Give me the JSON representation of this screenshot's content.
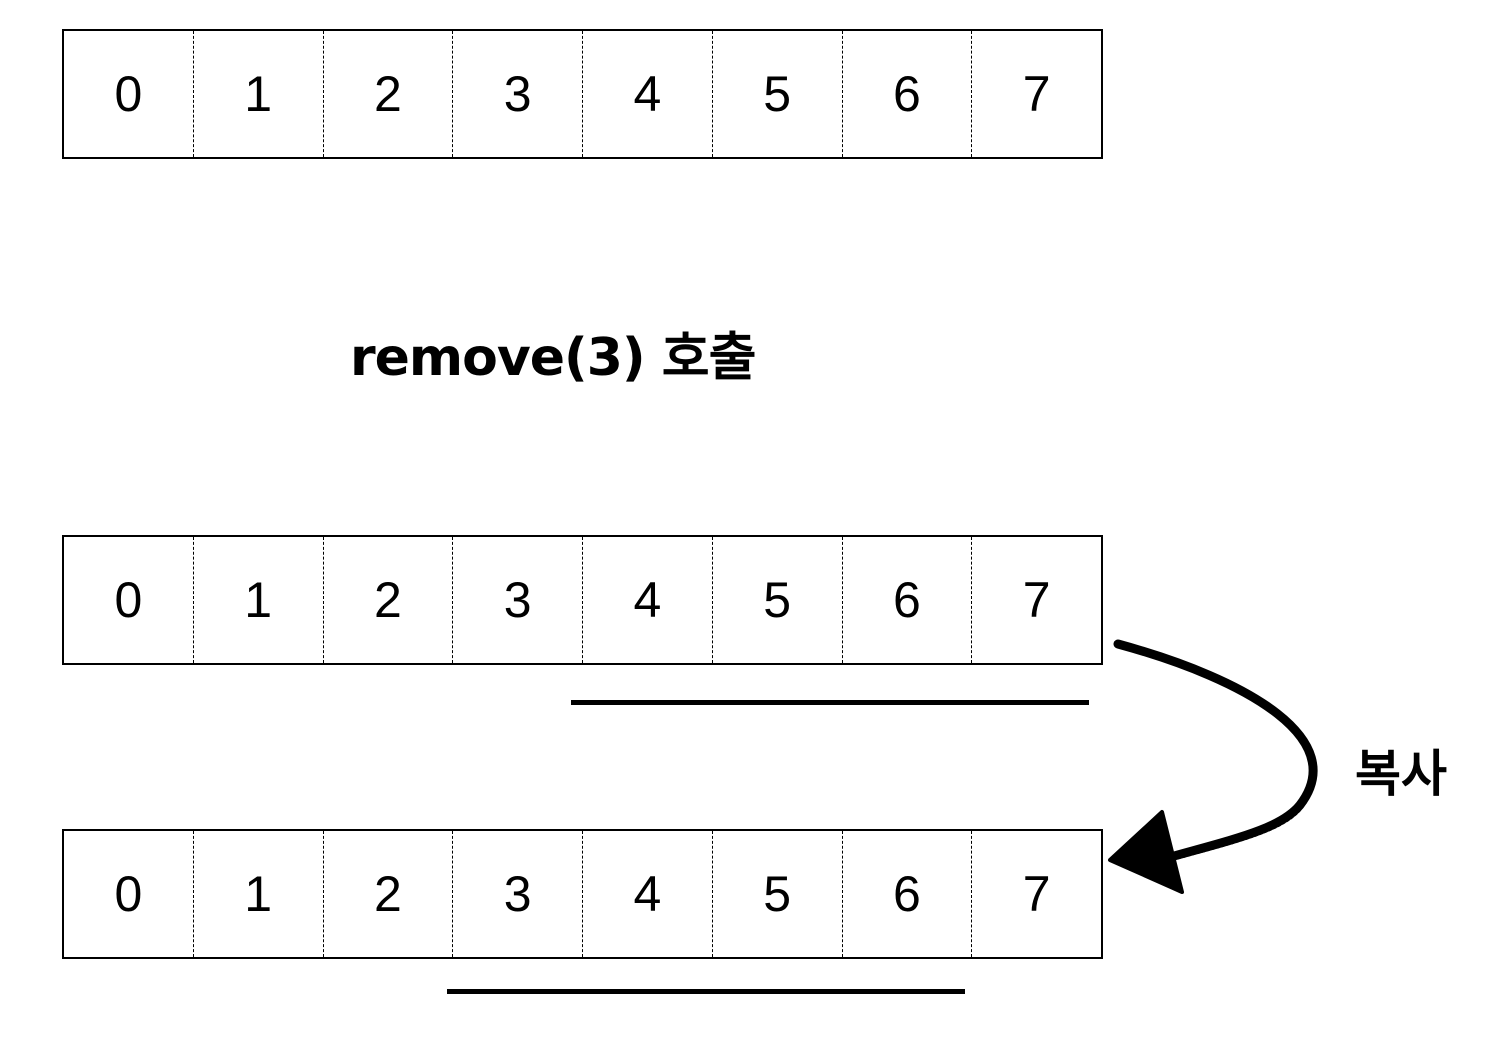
{
  "arrays": {
    "top": {
      "cells": [
        "0",
        "1",
        "2",
        "3",
        "4",
        "5",
        "6",
        "7"
      ]
    },
    "middle": {
      "cells": [
        "0",
        "1",
        "2",
        "3",
        "4",
        "5",
        "6",
        "7"
      ]
    },
    "bottom": {
      "cells": [
        "0",
        "1",
        "2",
        "3",
        "4",
        "5",
        "6",
        "7"
      ]
    }
  },
  "caption": "remove(3) 호출",
  "copy_label": "복사"
}
